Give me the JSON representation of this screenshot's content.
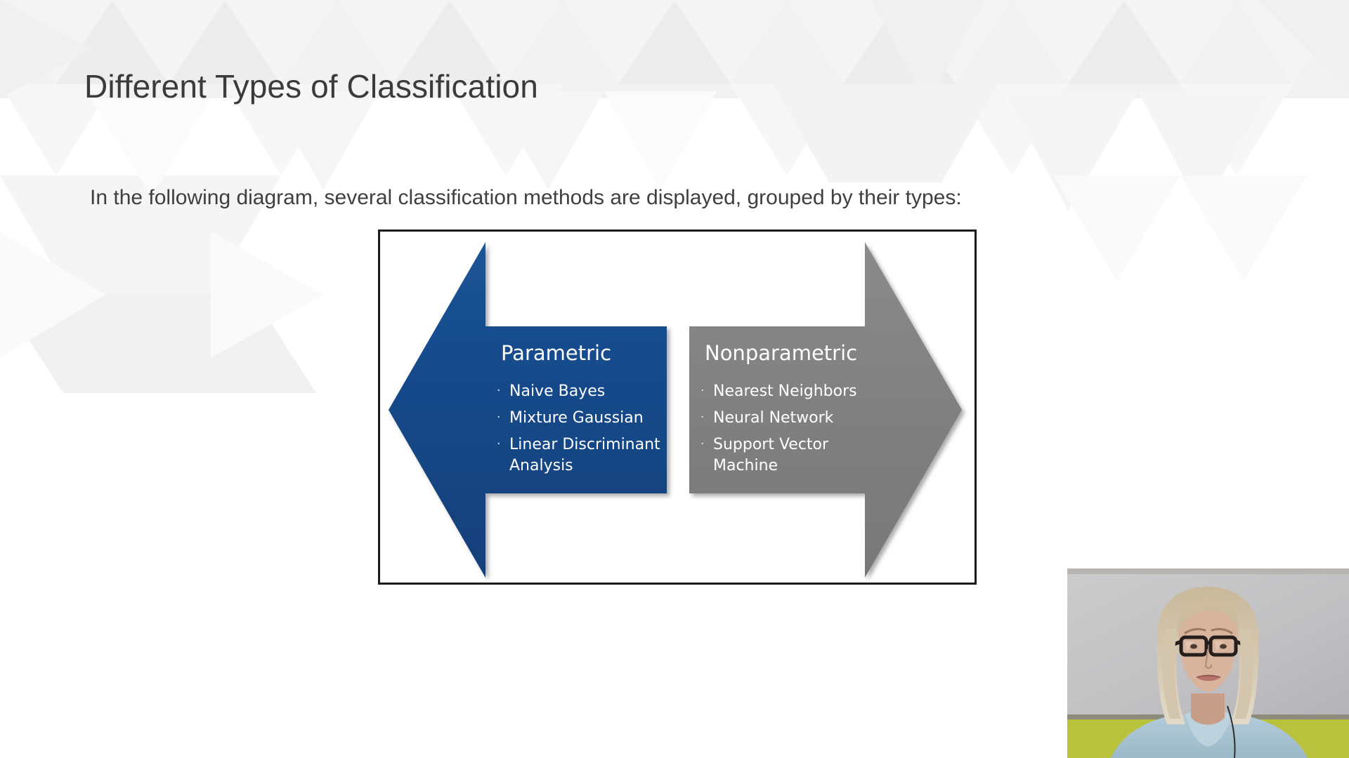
{
  "slide": {
    "title": "Different Types of Classification",
    "body_text": "In the following diagram, several classification methods are displayed, grouped by their types:",
    "background_color": "#ffffff",
    "title_color": "#3b3b3b",
    "body_color": "#3f3f3f"
  },
  "diagram": {
    "border_color": "#1b1b1b",
    "background_color": "#ffffff",
    "left_arrow": {
      "heading": "Parametric",
      "fill_color": "#16498a",
      "direction": "left",
      "items": [
        "Naive Bayes",
        "Mixture Gaussian",
        "Linear Discriminant",
        "Analysis"
      ],
      "bullet_glyph": "·"
    },
    "right_arrow": {
      "heading": "Nonparametric",
      "fill_color": "#808080",
      "direction": "right",
      "items": [
        "Nearest Neighbors",
        "Neural Network",
        "Support Vector",
        "Machine"
      ],
      "bullet_glyph": "·"
    }
  },
  "webcam": {
    "label": "presenter-video",
    "wall_color": "#b7b4b0",
    "whiteboard_color": "#c3c3c5",
    "lower_wall_color": "#b9c23d",
    "hair_color": "#cbbda4",
    "skin_color": "#d6b49e",
    "sweater_color": "#a9c5d4",
    "glasses_color": "#241f1c"
  }
}
